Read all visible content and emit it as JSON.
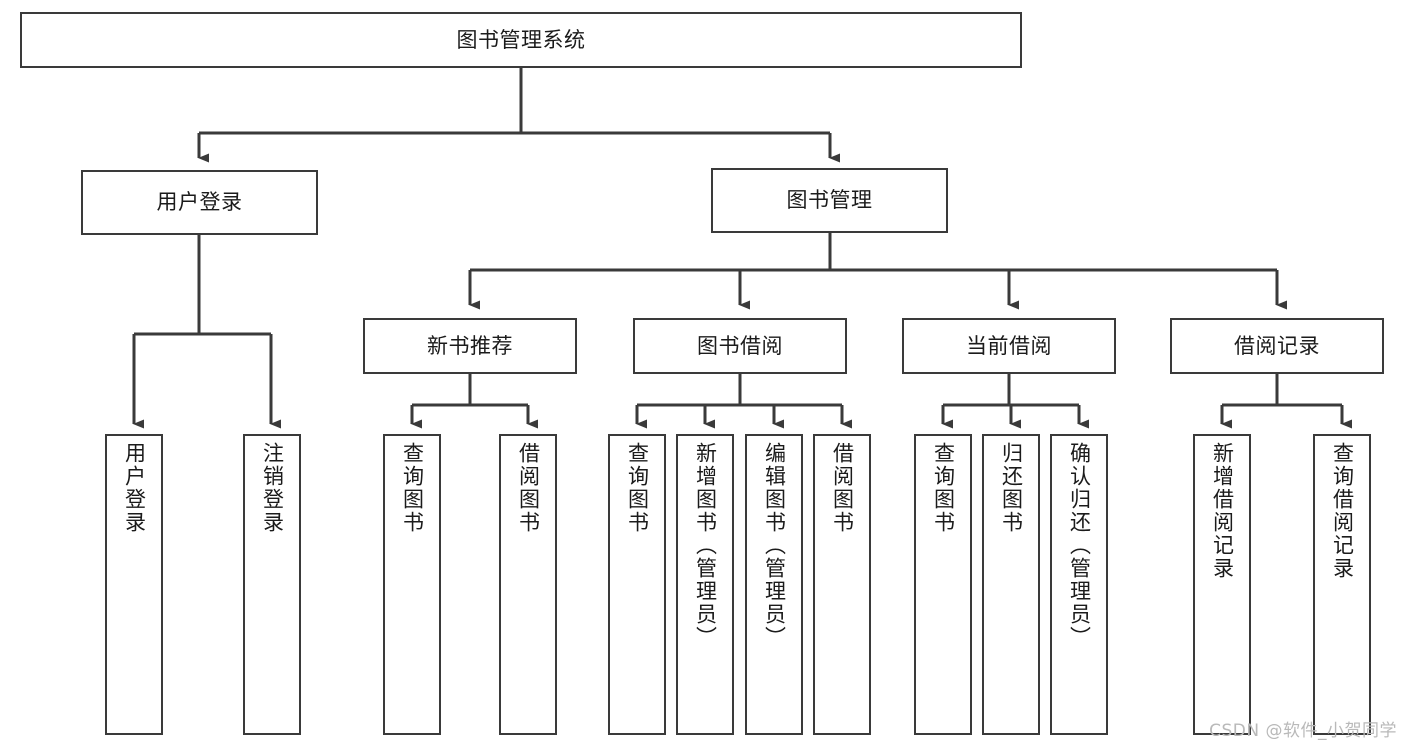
{
  "diagram": {
    "title": "图书管理系统",
    "watermark": "CSDN @软件_小贺同学",
    "style": {
      "box_border_color": "#3a3a3a",
      "box_fill_color": "#ffffff",
      "edge_color": "#3a3a3a",
      "background_color": "#ffffff",
      "text_color": "#1b1b1b"
    },
    "levels": {
      "level1": [
        {
          "id": "root",
          "label": "图书管理系统"
        }
      ],
      "level2": [
        {
          "id": "login",
          "label": "用户登录"
        },
        {
          "id": "bookmgmt",
          "label": "图书管理"
        }
      ],
      "level3": [
        {
          "id": "newbook",
          "label": "新书推荐"
        },
        {
          "id": "borrow",
          "label": "图书借阅"
        },
        {
          "id": "current",
          "label": "当前借阅"
        },
        {
          "id": "record",
          "label": "借阅记录"
        }
      ],
      "leaves": [
        {
          "id": "leaf-user-login",
          "label": "用户登录",
          "parent": "login"
        },
        {
          "id": "leaf-user-logout",
          "label": "注销登录",
          "parent": "login"
        },
        {
          "id": "leaf-query-book-1",
          "label": "查询图书",
          "parent": "newbook"
        },
        {
          "id": "leaf-borrow-book-1",
          "label": "借阅图书",
          "parent": "newbook"
        },
        {
          "id": "leaf-query-book-2",
          "label": "查询图书",
          "parent": "borrow"
        },
        {
          "id": "leaf-add-book",
          "label": "新增图书（管理员）",
          "parent": "borrow"
        },
        {
          "id": "leaf-edit-book",
          "label": "编辑图书（管理员）",
          "parent": "borrow"
        },
        {
          "id": "leaf-borrow-book-2",
          "label": "借阅图书",
          "parent": "borrow"
        },
        {
          "id": "leaf-query-book-3",
          "label": "查询图书",
          "parent": "current"
        },
        {
          "id": "leaf-return-book",
          "label": "归还图书",
          "parent": "current"
        },
        {
          "id": "leaf-confirm-return",
          "label": "确认归还（管理员）",
          "parent": "current"
        },
        {
          "id": "leaf-add-record",
          "label": "新增借阅记录",
          "parent": "record"
        },
        {
          "id": "leaf-query-record",
          "label": "查询借阅记录",
          "parent": "record"
        }
      ]
    }
  }
}
